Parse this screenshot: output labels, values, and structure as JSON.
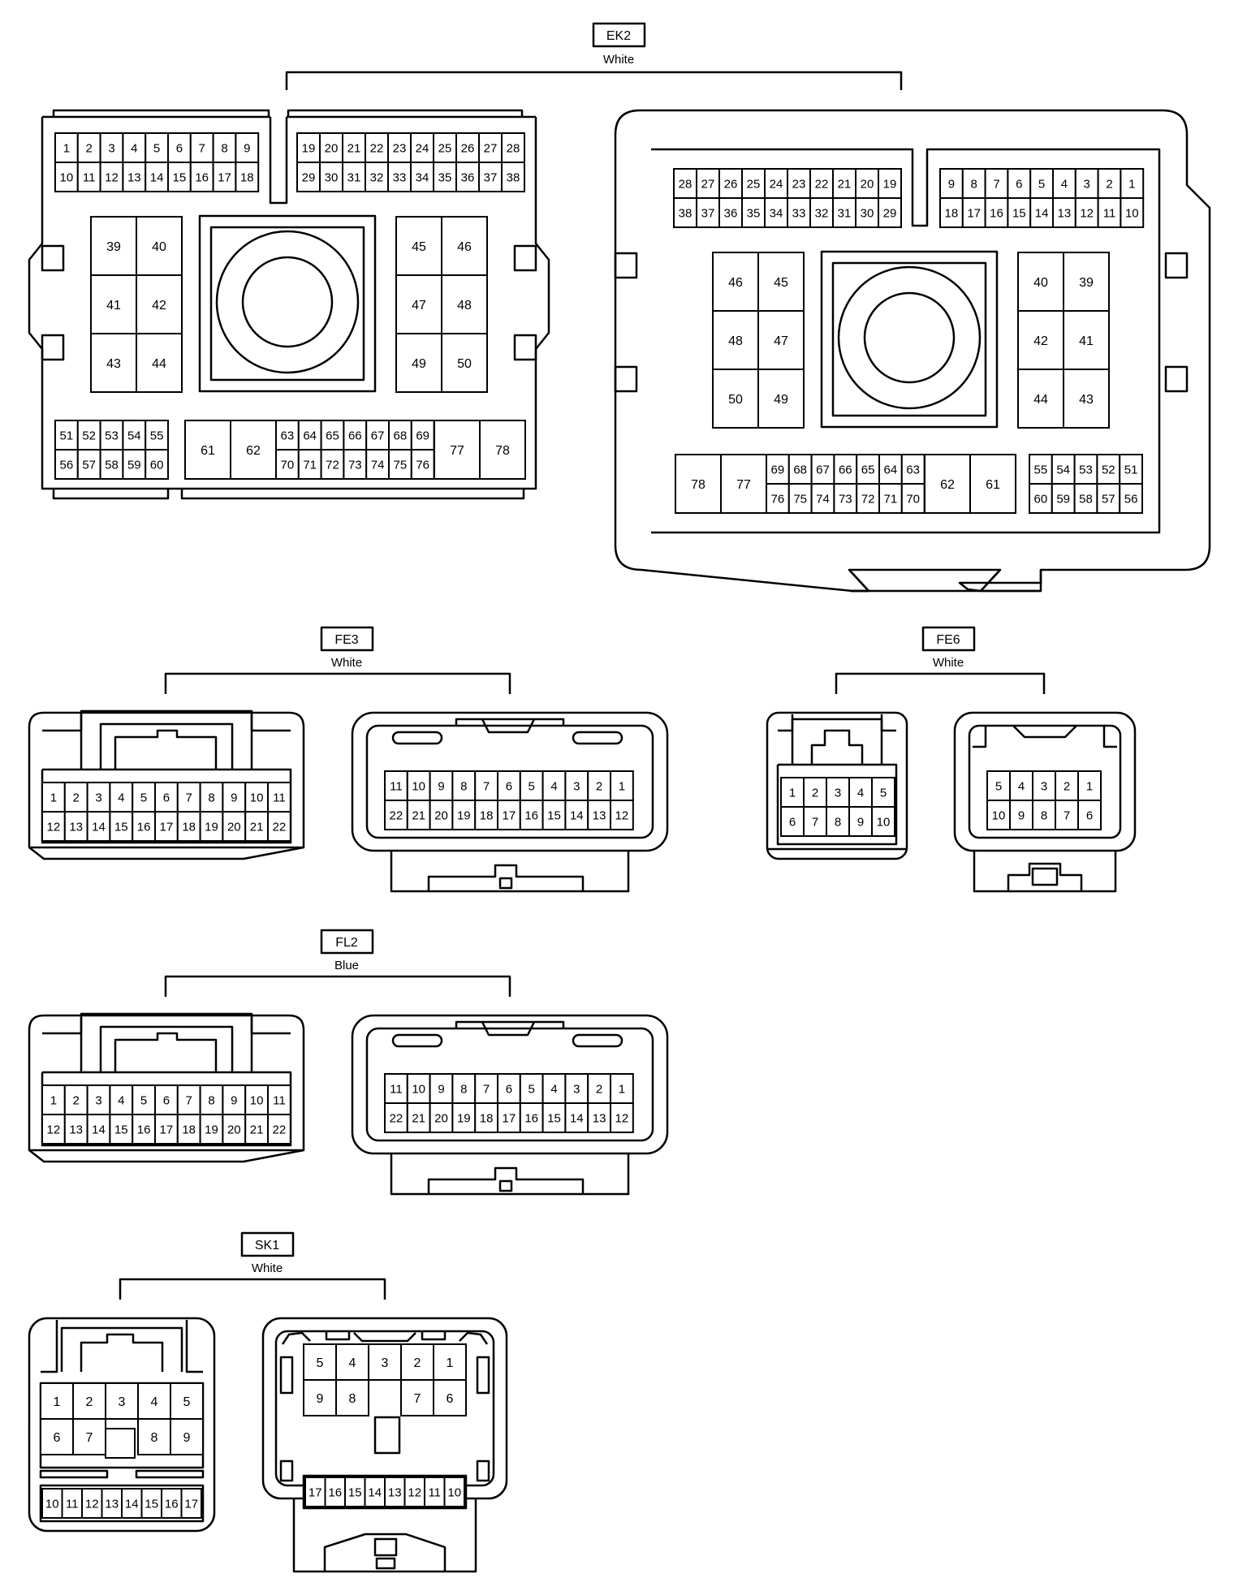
{
  "connectors": {
    "EK2": {
      "label": "EK2",
      "color": "White"
    },
    "FE3": {
      "label": "FE3",
      "color": "White"
    },
    "FE6": {
      "label": "FE6",
      "color": "White"
    },
    "FL2": {
      "label": "FL2",
      "color": "Blue"
    },
    "SK1": {
      "label": "SK1",
      "color": "White"
    }
  },
  "pins": {
    "ek2_male": {
      "top_left_row1": [
        "1",
        "2",
        "3",
        "4",
        "5",
        "6",
        "7",
        "8",
        "9"
      ],
      "top_left_row2": [
        "10",
        "11",
        "12",
        "13",
        "14",
        "15",
        "16",
        "17",
        "18"
      ],
      "top_right_row1": [
        "19",
        "20",
        "21",
        "22",
        "23",
        "24",
        "25",
        "26",
        "27",
        "28"
      ],
      "top_right_row2": [
        "29",
        "30",
        "31",
        "32",
        "33",
        "34",
        "35",
        "36",
        "37",
        "38"
      ],
      "left_block": [
        "39",
        "40",
        "41",
        "42",
        "43",
        "44"
      ],
      "right_block": [
        "45",
        "46",
        "47",
        "48",
        "49",
        "50"
      ],
      "bottom_left_row1": [
        "51",
        "52",
        "53",
        "54",
        "55"
      ],
      "bottom_left_row2": [
        "56",
        "57",
        "58",
        "59",
        "60"
      ],
      "bottom_big_left": [
        "61",
        "62"
      ],
      "bottom_mid_row1": [
        "63",
        "64",
        "65",
        "66",
        "67",
        "68",
        "69"
      ],
      "bottom_mid_row2": [
        "70",
        "71",
        "72",
        "73",
        "74",
        "75",
        "76"
      ],
      "bottom_big_right": [
        "77",
        "78"
      ]
    },
    "ek2_female": {
      "top_left_row1": [
        "28",
        "27",
        "26",
        "25",
        "24",
        "23",
        "22",
        "21",
        "20",
        "19"
      ],
      "top_left_row2": [
        "38",
        "37",
        "36",
        "35",
        "34",
        "33",
        "32",
        "31",
        "30",
        "29"
      ],
      "top_right_row1": [
        "9",
        "8",
        "7",
        "6",
        "5",
        "4",
        "3",
        "2",
        "1"
      ],
      "top_right_row2": [
        "18",
        "17",
        "16",
        "15",
        "14",
        "13",
        "12",
        "11",
        "10"
      ],
      "left_block": [
        "46",
        "45",
        "48",
        "47",
        "50",
        "49"
      ],
      "right_block": [
        "40",
        "39",
        "42",
        "41",
        "44",
        "43"
      ],
      "bottom_big_left": [
        "78",
        "77"
      ],
      "bottom_mid_row1": [
        "69",
        "68",
        "67",
        "66",
        "65",
        "64",
        "63"
      ],
      "bottom_mid_row2": [
        "76",
        "75",
        "74",
        "73",
        "72",
        "71",
        "70"
      ],
      "bottom_big_right": [
        "62",
        "61"
      ],
      "bottom_right_row1": [
        "55",
        "54",
        "53",
        "52",
        "51"
      ],
      "bottom_right_row2": [
        "60",
        "59",
        "58",
        "57",
        "56"
      ]
    },
    "p22_male_row1": [
      "1",
      "2",
      "3",
      "4",
      "5",
      "6",
      "7",
      "8",
      "9",
      "10",
      "11"
    ],
    "p22_male_row2": [
      "12",
      "13",
      "14",
      "15",
      "16",
      "17",
      "18",
      "19",
      "20",
      "21",
      "22"
    ],
    "p22_female_row1": [
      "11",
      "10",
      "9",
      "8",
      "7",
      "6",
      "5",
      "4",
      "3",
      "2",
      "1"
    ],
    "p22_female_row2": [
      "22",
      "21",
      "20",
      "19",
      "18",
      "17",
      "16",
      "15",
      "14",
      "13",
      "12"
    ],
    "fe6_male_row1": [
      "1",
      "2",
      "3",
      "4",
      "5"
    ],
    "fe6_male_row2": [
      "6",
      "7",
      "8",
      "9",
      "10"
    ],
    "fe6_female_row1": [
      "5",
      "4",
      "3",
      "2",
      "1"
    ],
    "fe6_female_row2": [
      "10",
      "9",
      "8",
      "7",
      "6"
    ],
    "sk1_male_row1": [
      "1",
      "2",
      "3",
      "4",
      "5"
    ],
    "sk1_male_row2": [
      "6",
      "7",
      "8",
      "9"
    ],
    "sk1_male_row3": [
      "10",
      "11",
      "12",
      "13",
      "14",
      "15",
      "16",
      "17"
    ],
    "sk1_female_row1": [
      "5",
      "4",
      "3",
      "2",
      "1"
    ],
    "sk1_female_row2": [
      "9",
      "8",
      "7",
      "6"
    ],
    "sk1_female_row3": [
      "17",
      "16",
      "15",
      "14",
      "13",
      "12",
      "11",
      "10"
    ]
  }
}
